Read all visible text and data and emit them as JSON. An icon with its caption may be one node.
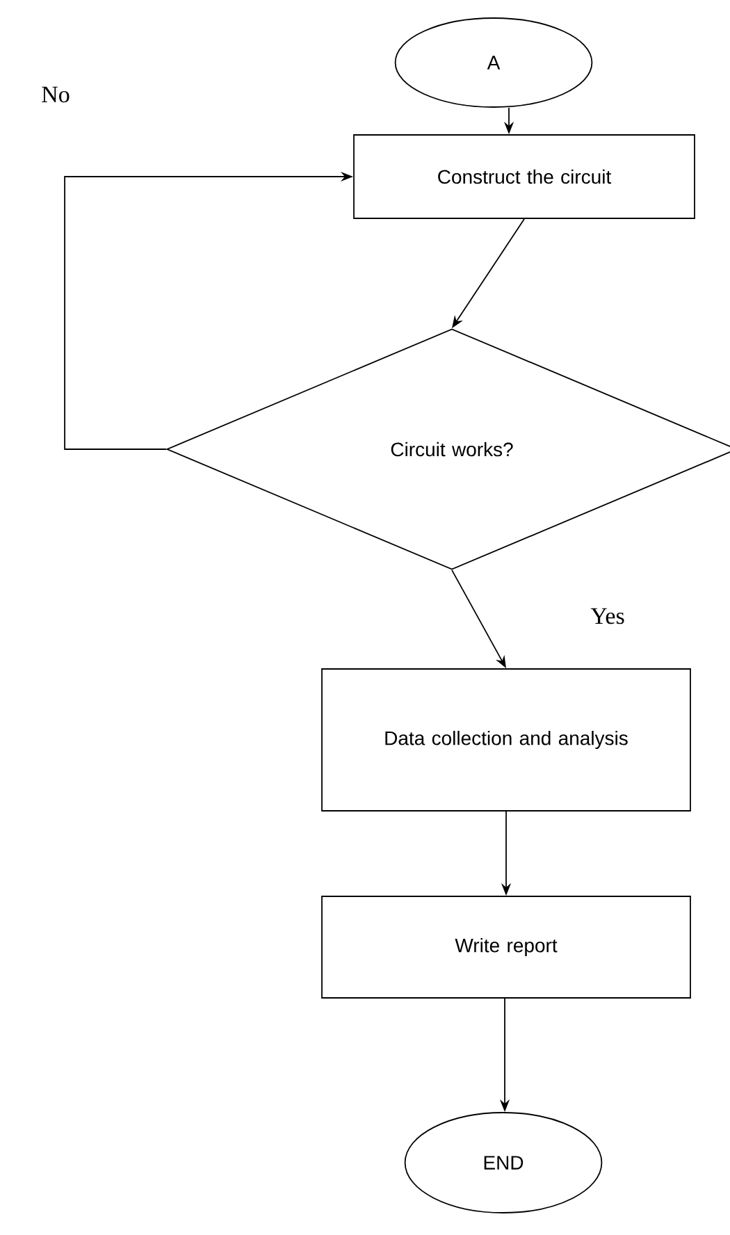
{
  "diagram": {
    "nodes": [
      {
        "text": [
          "A"
        ]
      },
      {
        "text": [
          "Construct the circuit"
        ]
      },
      {
        "text": [
          "Circuit works?"
        ]
      },
      {
        "text": [
          "Data collection and analysis"
        ]
      },
      {
        "text": [
          "Write report"
        ]
      },
      {
        "text": [
          "END"
        ]
      }
    ],
    "edges": [
      {
        "from": 0,
        "to": 1,
        "arrow": "to"
      },
      {
        "from": 1,
        "to": 2,
        "arrow": "to"
      },
      {
        "from": 2,
        "to": 1,
        "arrow": "to",
        "label": "No"
      },
      {
        "from": 2,
        "to": 3,
        "arrow": "to",
        "label": "Yes"
      },
      {
        "from": 3,
        "to": 4,
        "arrow": "to"
      },
      {
        "from": 4,
        "to": 5,
        "arrow": "to"
      }
    ]
  }
}
